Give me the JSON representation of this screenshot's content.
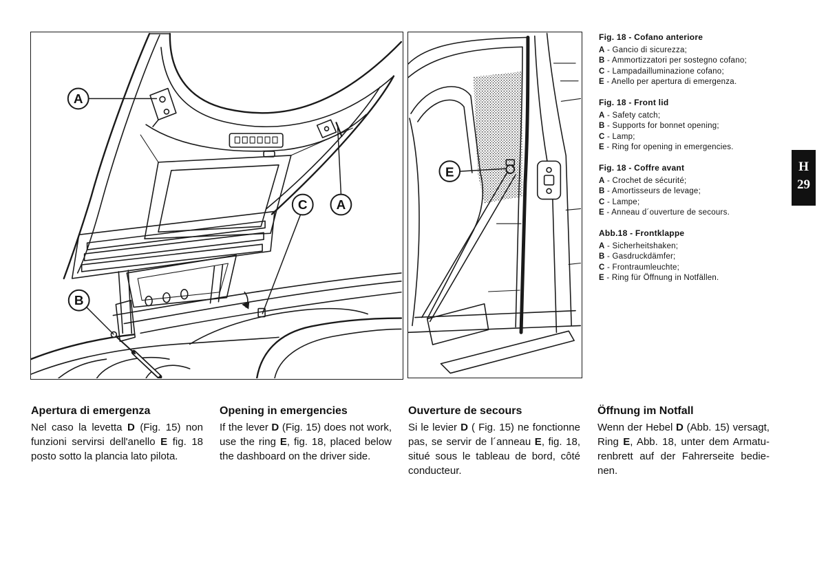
{
  "figures": {
    "front_lid": {
      "label_a_catch_left": "A",
      "label_a_catch_right": "A",
      "label_c_lamp": "C",
      "label_b_strut": "B"
    },
    "door_opening": {
      "label_e_ring": "E"
    }
  },
  "legend": [
    {
      "title": "Fig. 18 - Cofano anteriore",
      "items": [
        {
          "key": "A",
          "text": "- Gancio di sicurezza;"
        },
        {
          "key": "B",
          "text": "- Ammortizzatori per sostegno cofano;"
        },
        {
          "key": "C",
          "text": "- Lampadailluminazione cofano;"
        },
        {
          "key": "E",
          "text": "- Anello per apertura di emergenza."
        }
      ]
    },
    {
      "title": "Fig. 18 - Front lid",
      "items": [
        {
          "key": "A",
          "text": "- Safety catch;"
        },
        {
          "key": "B",
          "text": "- Supports for bonnet opening;"
        },
        {
          "key": "C",
          "text": "- Lamp;"
        },
        {
          "key": "E",
          "text": "- Ring for opening in emergencies."
        }
      ]
    },
    {
      "title": "Fig. 18 - Coffre avant",
      "items": [
        {
          "key": "A",
          "text": "- Crochet de sécurité;"
        },
        {
          "key": "B",
          "text": "- Amortisseurs de levage;"
        },
        {
          "key": "C",
          "text": "- Lampe;"
        },
        {
          "key": "E",
          "text": "- Anneau d´ouverture de secours."
        }
      ]
    },
    {
      "title": "Abb.18 - Frontklappe",
      "items": [
        {
          "key": "A",
          "text": "- Sicherheitshaken;"
        },
        {
          "key": "B",
          "text": "- Gasdruckdämfer;"
        },
        {
          "key": "C",
          "text": "- Frontraumleuchte;"
        },
        {
          "key": "E",
          "text": "- Ring für Öffnung in Notfällen."
        }
      ]
    }
  ],
  "tab": {
    "letter": "H",
    "page": "29"
  },
  "sections": [
    {
      "heading": "Apertura di emergenza",
      "lines": [
        [
          {
            "text": "Nel caso la levetta "
          },
          {
            "text": "D",
            "bold": true
          },
          {
            "text": " (Fig. 15) non"
          }
        ],
        [
          {
            "text": "funzioni servirsi dell'anello "
          },
          {
            "text": "E",
            "bold": true
          },
          {
            "text": " fig. 18"
          }
        ],
        [
          {
            "text": "posto sotto la plancia lato pilota."
          }
        ]
      ]
    },
    {
      "heading": "Opening in emergencies",
      "lines": [
        [
          {
            "text": "If the lever "
          },
          {
            "text": "D",
            "bold": true
          },
          {
            "text": " (Fig. 15) does not work,"
          }
        ],
        [
          {
            "text": "use the ring "
          },
          {
            "text": "E",
            "bold": true
          },
          {
            "text": ", fig. 18, placed below"
          }
        ],
        [
          {
            "text": "the dashboard on the driver side."
          }
        ]
      ]
    },
    {
      "heading": "Ouverture de secours",
      "lines": [
        [
          {
            "text": "Si le levier "
          },
          {
            "text": "D",
            "bold": true
          },
          {
            "text": " ( Fig. 15) ne fonctionne"
          }
        ],
        [
          {
            "text": "pas, se servir de l´anneau "
          },
          {
            "text": "E",
            "bold": true
          },
          {
            "text": ", fig. 18,"
          }
        ],
        [
          {
            "text": "situé sous le tableau de bord, côté"
          }
        ],
        [
          {
            "text": "conducteur."
          }
        ]
      ]
    },
    {
      "heading": "Öffnung im Notfall",
      "lines": [
        [
          {
            "text": "Wenn der Hebel "
          },
          {
            "text": "D",
            "bold": true
          },
          {
            "text": " (Abb. 15) versagt,"
          }
        ],
        [
          {
            "text": "Ring "
          },
          {
            "text": "E",
            "bold": true
          },
          {
            "text": ", Abb. 18, unter dem Armatu-"
          }
        ],
        [
          {
            "text": "renbrett auf der Fahrerseite bedie-"
          }
        ],
        [
          {
            "text": "nen."
          }
        ]
      ]
    }
  ]
}
